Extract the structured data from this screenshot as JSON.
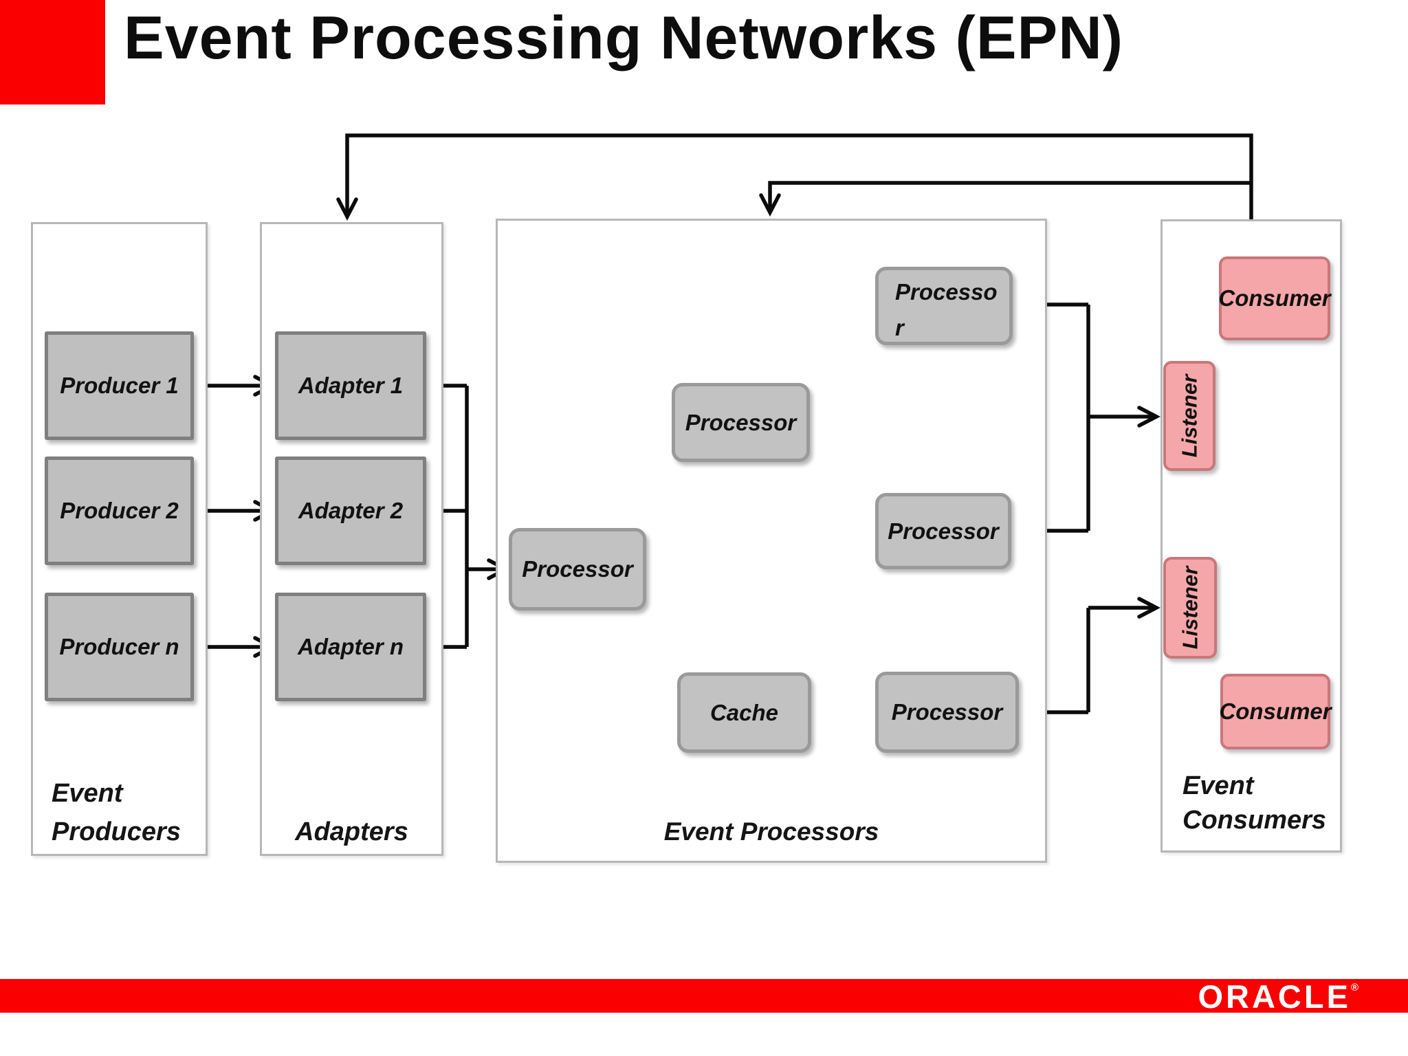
{
  "title": "Event Processing Networks (EPN)",
  "colors": {
    "brand_red": "#FA0000",
    "box_gray": "#BFBFBF",
    "box_gray_border": "#7F7F7F",
    "node_gray": "#C2C2C2",
    "node_border": "#9A9A9A",
    "pink": "#F5A6A9",
    "pink_border": "#C8777B",
    "line": "#0B0B0B",
    "container_border": "#B7B7B7"
  },
  "producers": {
    "label_line1": "Event",
    "label_line2": "Producers",
    "boxes": [
      "Producer 1",
      "Producer 2",
      "Producer n"
    ]
  },
  "adapters": {
    "label": "Adapters",
    "boxes": [
      "Adapter 1",
      "Adapter 2",
      "Adapter n"
    ]
  },
  "processors": {
    "label": "Event Processors",
    "top_node_line1": "Processo",
    "top_node_line2": "r",
    "left_node": "Processor",
    "mid_node": "Processor",
    "right_mid_node": "Processor",
    "bottom_node": "Processor",
    "cache_node": "Cache"
  },
  "consumers": {
    "label_line1": "Event",
    "label_line2": "Consumers",
    "listener1": "Listener",
    "listener2": "Listener",
    "consumer1": "Consumer",
    "consumer2": "Consumer"
  },
  "footer": {
    "logo": "ORACLE",
    "reg": "®"
  }
}
